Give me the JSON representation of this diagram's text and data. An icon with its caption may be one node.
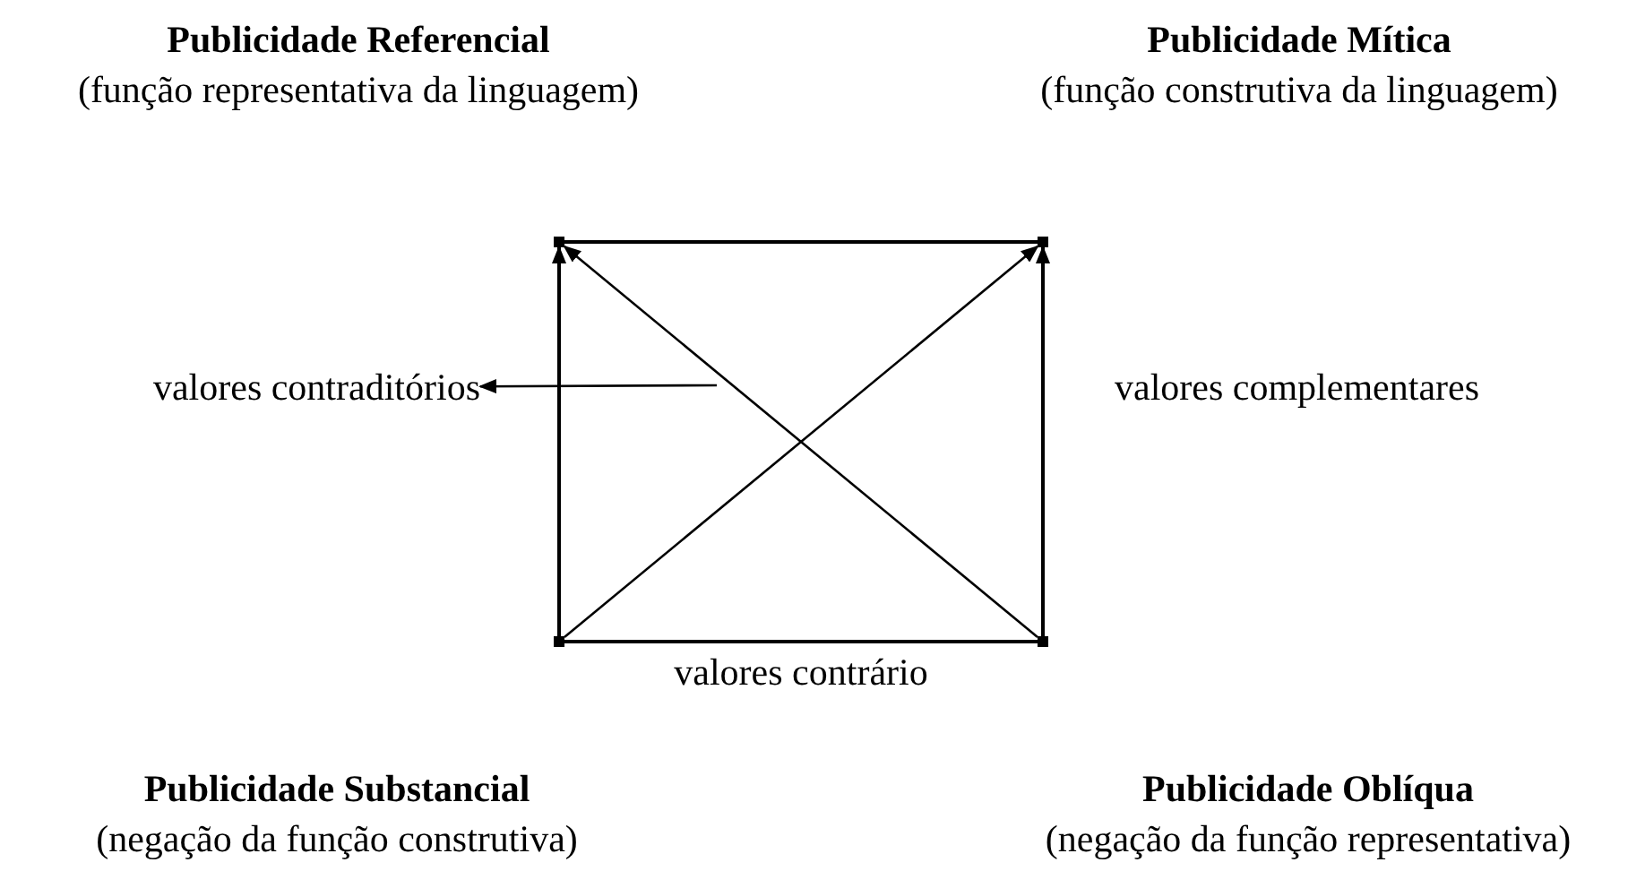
{
  "diagram": {
    "nodes": [
      {
        "text": [
          "Publicidade Referencial",
          "(função representativa da linguagem)"
        ]
      },
      {
        "text": [
          "Publicidade Mítica",
          "(função construtiva da linguagem)"
        ]
      },
      {
        "text": [
          "Publicidade Substancial",
          "(negação da função construtiva)"
        ]
      },
      {
        "text": [
          "Publicidade Oblíqua",
          "(negação da função representativa)"
        ]
      },
      {
        "text": [],
        "shape": "dot"
      },
      {
        "text": [],
        "shape": "dot"
      },
      {
        "text": [],
        "shape": "dot"
      },
      {
        "text": [],
        "shape": "dot"
      },
      {
        "text": [
          "valores contraditórios"
        ]
      }
    ],
    "edges": [
      {
        "from": 4,
        "to": 5,
        "arrow": "none"
      },
      {
        "from": 6,
        "to": 7,
        "arrow": "none",
        "label": "valores contrário"
      },
      {
        "from": 6,
        "to": 4,
        "arrow": "to"
      },
      {
        "from": 7,
        "to": 5,
        "arrow": "to"
      },
      {
        "from": 6,
        "to": 5,
        "arrow": "to"
      },
      {
        "from": 7,
        "to": 4,
        "arrow": "to"
      },
      {
        "from": null,
        "to": 8,
        "arrow": "to"
      }
    ],
    "labels": [
      "valores complementares"
    ]
  }
}
